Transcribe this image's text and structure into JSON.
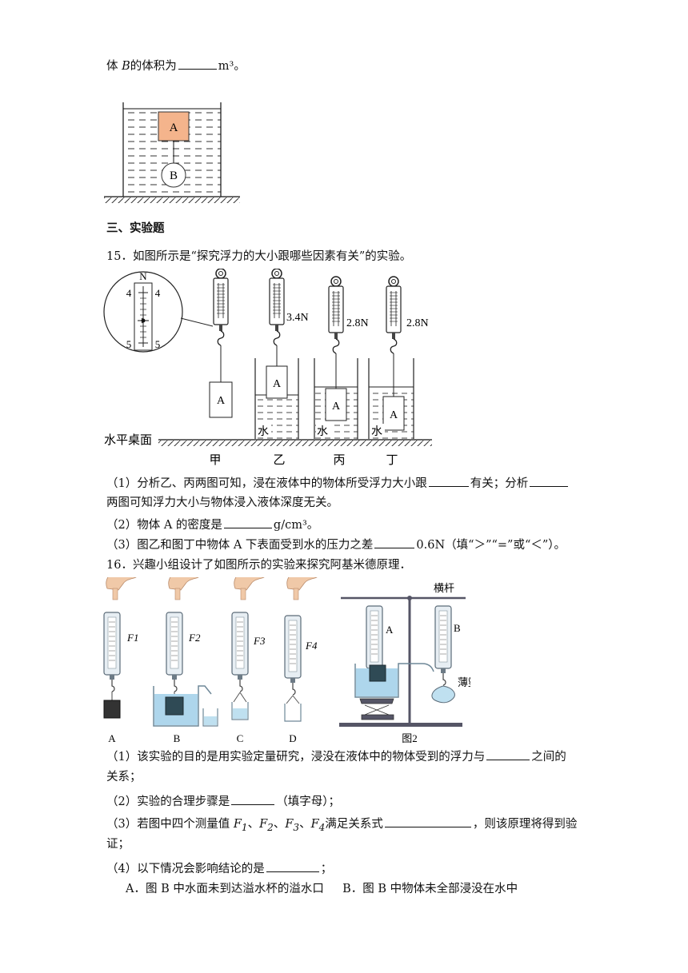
{
  "top_line": {
    "prefix": "体",
    "var": "B",
    "middle": "的体积为",
    "unit": "m³。"
  },
  "fig14": {
    "label_a": "A",
    "label_b": "B"
  },
  "section3": {
    "title": "三、实验题"
  },
  "q15": {
    "stem": "15．如图所示是“探究浮力的大小跟哪些因素有关”的实验。",
    "fig": {
      "zoom_n": "N",
      "zoom_4l": "4",
      "zoom_4r": "4",
      "zoom_5l": "5",
      "zoom_5r": "5",
      "reading_yi": "3.4N",
      "reading_bing": "2.8N",
      "reading_ding": "2.8N",
      "block": "A",
      "water": "水",
      "table": "水平桌面",
      "labels": [
        "甲",
        "乙",
        "丙",
        "丁"
      ]
    },
    "p1a": "（1）分析乙、丙两图可知，浸在液体中的物体所受浮力大小跟",
    "p1b": "有关；分析",
    "p1c": "两图可知浮力大小与物体浸入液体深度无关。",
    "p2a": "（2）物体 A 的密度是",
    "p2b": "g/cm³。",
    "p3a": "（3）图乙和图丁中物体 A 下表面受到水的压力之差",
    "p3b": "0.6N（填“＞”“=”或“＜”）。"
  },
  "q16": {
    "stem": "16．兴趣小组设计了如图所示的实验来探究阿基米德原理．",
    "fig": {
      "f_labels": [
        "F1",
        "F2",
        "F3",
        "F4"
      ],
      "step_labels": [
        "A",
        "B",
        "C",
        "D"
      ],
      "fig2_caption": "图2",
      "crossbar": "横杆",
      "scale_a": "A",
      "scale_b": "B",
      "bag": "薄塑料袋"
    },
    "p1a": "（1）该实验的目的是用实验定量研究，浸没在液体中的物体受到的浮力与",
    "p1b": "之间的",
    "p1c": "关系；",
    "p2a": "（2）实验的合理步骤是",
    "p2b": "（填字母）；",
    "p3a": "（3）若图中四个测量值",
    "p3b": "满足关系式",
    "p3c": "，则该原理将得到验",
    "p3d": "证；",
    "p4a": "（4）以下情况会影响结论的是",
    "p4b": "；",
    "opt_a": "A．图 B 中水面未到达溢水杯的溢水口",
    "opt_b": "B．图 B 中物体未全部浸没在水中"
  }
}
